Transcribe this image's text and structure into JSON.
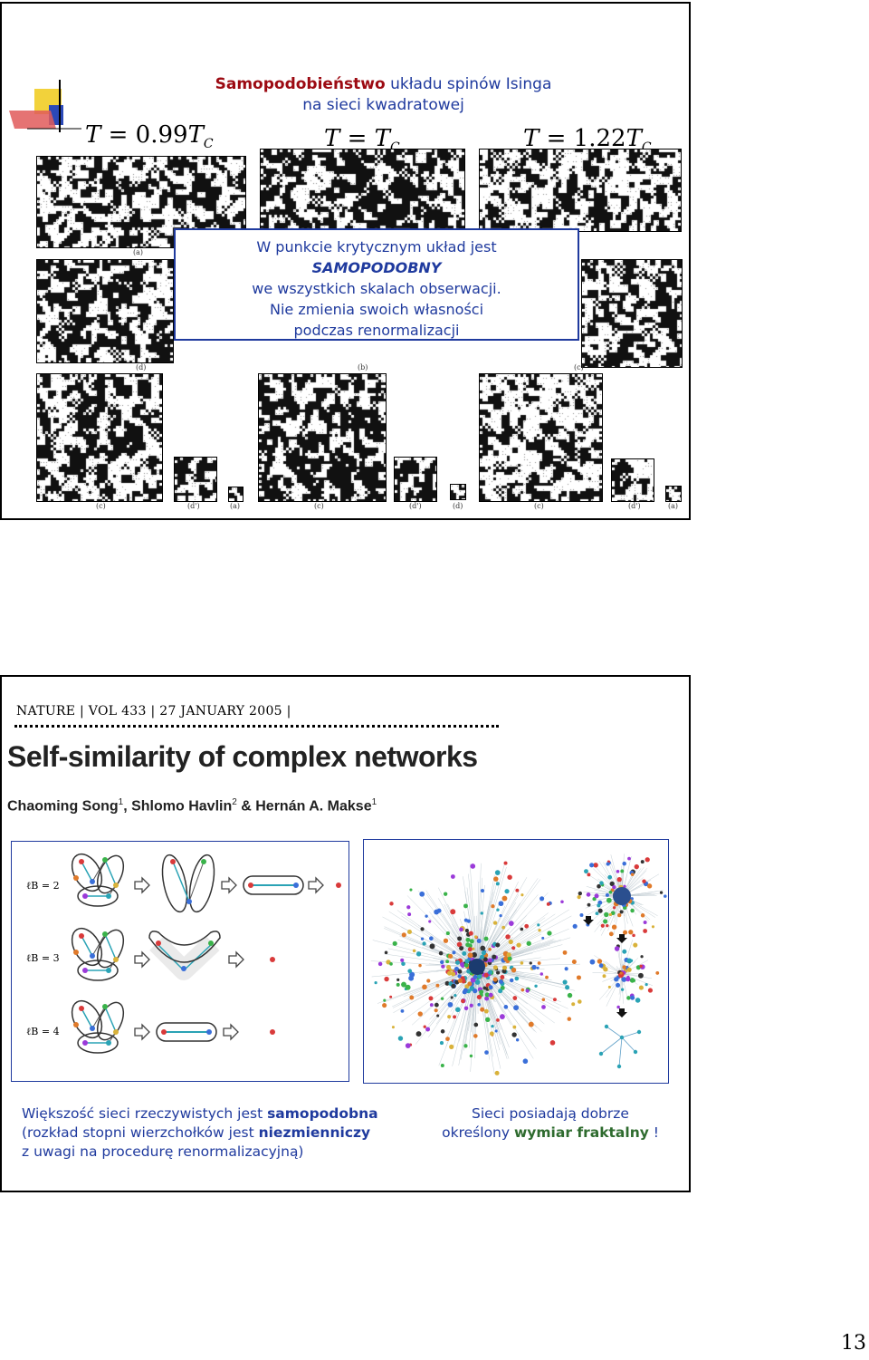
{
  "slide1": {
    "title_strong": "Samopodobieństwo",
    "title_rest": " układu spinów Isinga",
    "title_line2": "na sieci kwadratowej",
    "temps": [
      {
        "T": "T",
        "eq": " = 0.99",
        "Tc": "T",
        "sub": "C"
      },
      {
        "T": "T",
        "eq": " = ",
        "Tc": "T",
        "sub": "C"
      },
      {
        "T": "T",
        "eq": " = 1.22",
        "Tc": "T",
        "sub": "C"
      }
    ],
    "captions": {
      "a": "(a)",
      "b": "(b)",
      "c": "(c)",
      "d": "(d)",
      "d1": "(d')"
    },
    "box": {
      "line1": "W punkcie krytycznym układ jest",
      "line2": "SAMOPODOBNY",
      "line3": "we wszystkich skalach obserwacji.",
      "line4": "Nie zmienia swoich własności",
      "line5": "podczas renormalizacji"
    }
  },
  "slide2": {
    "journal": "NATURE | VOL 433 | 27 JANUARY 2005 |",
    "paper_title": "Self-similarity of complex networks",
    "authors": [
      {
        "name": "Chaoming Song",
        "aff": "1"
      },
      {
        "name": "Shlomo Havlin",
        "aff": "2"
      },
      {
        "name": "Hernán A. Makse",
        "aff": "1"
      }
    ],
    "author_sep1": ", ",
    "author_sep2": " & ",
    "lb_labels": [
      "ℓB = 2",
      "ℓB = 3",
      "ℓB = 4"
    ],
    "left_text": {
      "l1a": "Większość sieci rzeczywistych jest ",
      "l1b": "samopodobna",
      "l2a": "(rozkład stopni wierzchołków jest ",
      "l2b": "niezmienniczy",
      "l3": "z uwagi na procedurę renormalizacyjną)"
    },
    "right_text": {
      "l1": "Sieci posiadają dobrze",
      "l2a": "określony ",
      "l2b": "wymiar fraktalny",
      "l2c": " !"
    }
  },
  "page_number": "13",
  "colors": {
    "accent_blue": "#1f3a9e",
    "title_red": "#9c0a12",
    "green": "#2e6b2e"
  }
}
